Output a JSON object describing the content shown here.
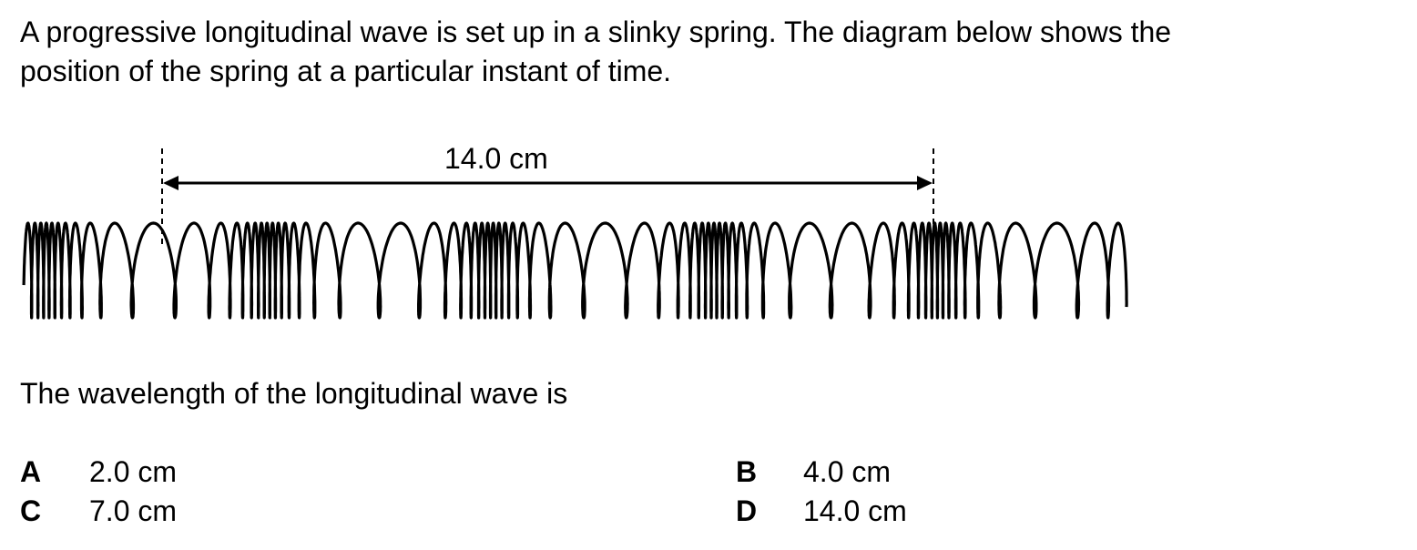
{
  "question": {
    "intro_line1": "A progressive longitudinal wave is set up in a slinky spring. The diagram below shows the",
    "intro_line2": "position of the spring at a particular instant of time.",
    "stem": "The wavelength of the longitudinal wave is"
  },
  "diagram": {
    "distance_label": "14.0 cm",
    "compressions_shown": 5
  },
  "options": [
    {
      "letter": "A",
      "value": "2.0 cm"
    },
    {
      "letter": "B",
      "value": "4.0 cm"
    },
    {
      "letter": "C",
      "value": "7.0 cm"
    },
    {
      "letter": "D",
      "value": "14.0 cm"
    }
  ]
}
